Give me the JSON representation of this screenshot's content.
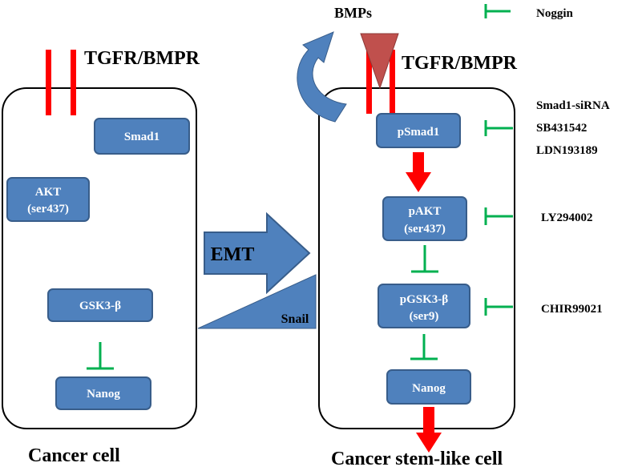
{
  "left_cell": {
    "receptor_label": "TGFR/BMPR",
    "nodes": {
      "smad1": "Smad1",
      "akt_line1": "AKT",
      "akt_line2": "(ser437)",
      "gsk3b": "GSK3-β",
      "nanog": "Nanog"
    },
    "caption": "Cancer cell"
  },
  "transition": {
    "emt_label": "EMT",
    "snail_label": "Snail"
  },
  "right_cell": {
    "ligand_label": "BMPs",
    "receptor_label": "TGFR/BMPR",
    "nodes": {
      "psmad1": "pSmad1",
      "pakt_line1": "pAKT",
      "pakt_line2": "(ser437)",
      "pgsk3b_line1": "pGSK3-β",
      "pgsk3b_line2": "(ser9)",
      "nanog": "Nanog"
    },
    "caption": "Cancer stem-like cell"
  },
  "inhibitors": {
    "noggin": "Noggin",
    "smad1_sirna": "Smad1-siRNA",
    "sb431542": "SB431542",
    "ldn193189": "LDN193189",
    "ly294002": "LY294002",
    "chir99021": "CHIR99021"
  },
  "colors": {
    "node_fill": "#4f81bd",
    "node_stroke": "#385d8a",
    "receptor_red": "#ff0000",
    "inhibit_green": "#00b050",
    "bmp_triangle": "#c0504d",
    "emt_arrow": "#4f81bd"
  }
}
